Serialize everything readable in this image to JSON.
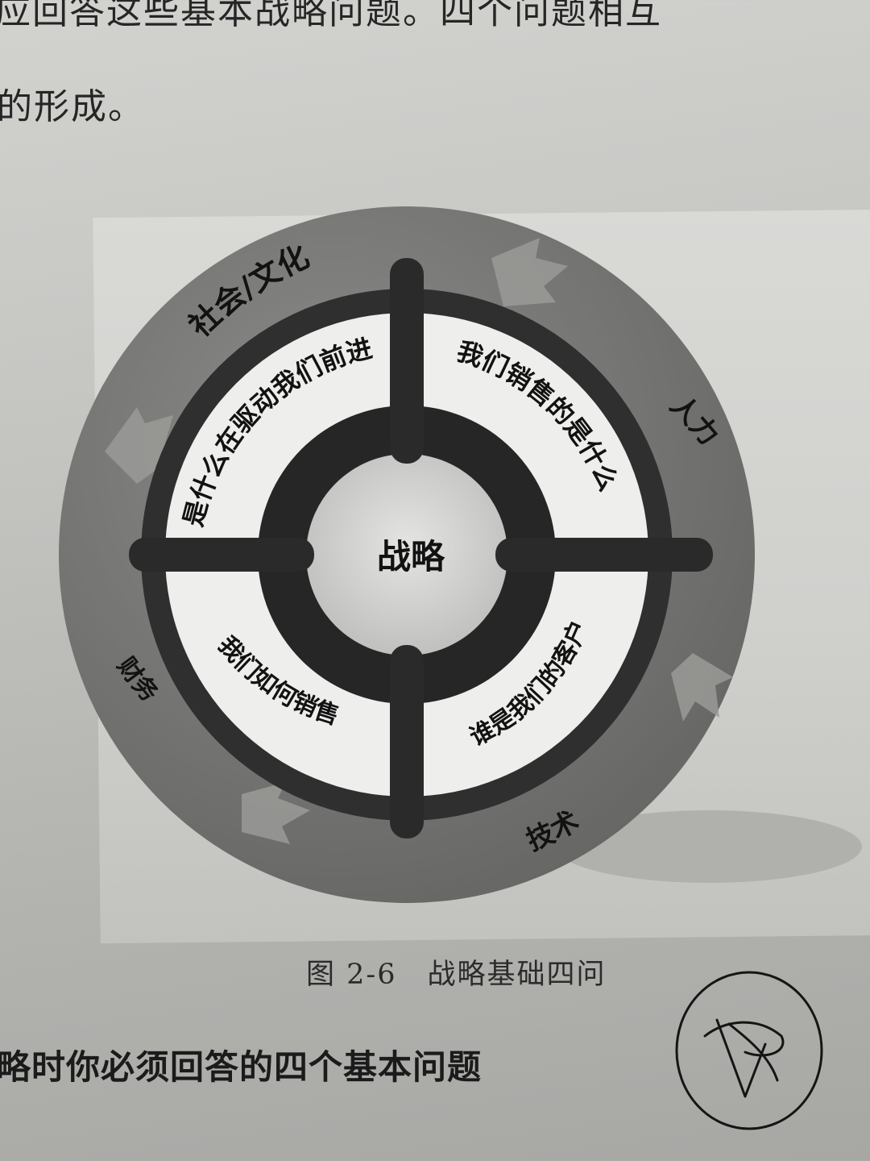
{
  "page": {
    "body_line_top": "应回答这些基本战略问题。四个问题相互",
    "body_line_second": "的形成。",
    "section_heading": "略时你必须回答的四个基本问题"
  },
  "figure": {
    "caption_number": "图 2-6",
    "caption_title": "战略基础四问",
    "center_label": "战略",
    "quadrants": {
      "top_left": "是什么在驱动我们前进",
      "top_right": "我们销售的是什么",
      "bottom_right": "谁是我们的客户",
      "bottom_left": "我们如何销售"
    },
    "outer_ring_labels": {
      "society_culture": "社会/文化",
      "human_resources": "人力",
      "technology": "技术",
      "finance": "财务"
    },
    "colors": {
      "outer_ring": "#7d7d7b",
      "dark_ring": "#2f2f2f",
      "light_ring": "#eeeeec",
      "center": "#d4d4d2"
    }
  }
}
